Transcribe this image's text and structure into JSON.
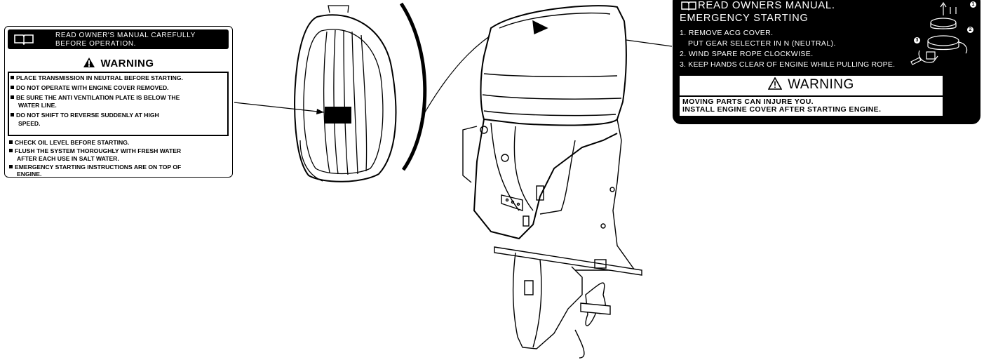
{
  "left_label": {
    "header": "READ OWNER'S MANUAL CAREFULLY\nBEFORE OPERATION.",
    "warning_title": "WARNING",
    "boxed_items": [
      "PLACE TRANSMISSION IN NEUTRAL BEFORE STARTING.",
      "DO NOT OPERATE WITH ENGINE COVER REMOVED.",
      "BE SURE THE ANTI VENTILATION PLATE IS BELOW THE",
      "WATER LINE.",
      "DO NOT SHIFT TO REVERSE SUDDENLY AT HIGH",
      "SPEED."
    ],
    "other_items": [
      "CHECK OIL LEVEL BEFORE STARTING.",
      "FLUSH THE SYSTEM THOROUGHLY WITH FRESH WATER",
      "AFTER EACH USE IN SALT WATER.",
      "EMERGENCY STARTING INSTRUCTIONS ARE ON TOP OF",
      "ENGINE."
    ]
  },
  "right_label": {
    "header": "READ OWNERS MANUAL.",
    "title": "EMERGENCY STARTING",
    "steps": [
      "1. REMOVE ACG COVER.",
      "PUT GEAR SELECTER IN N (NEUTRAL).",
      "2. WIND SPARE ROPE CLOCKWISE.",
      "3. KEEP HANDS CLEAR OF ENGINE WHILE PULLING ROPE."
    ],
    "warning_title": "WARNING",
    "warning_lines": [
      "MOVING PARTS CAN INJURE YOU.",
      "INSTALL ENGINE COVER AFTER STARTING ENGINE."
    ],
    "callouts": [
      "1",
      "2",
      "3"
    ]
  },
  "colors": {
    "ink": "#000000",
    "paper": "#ffffff"
  }
}
